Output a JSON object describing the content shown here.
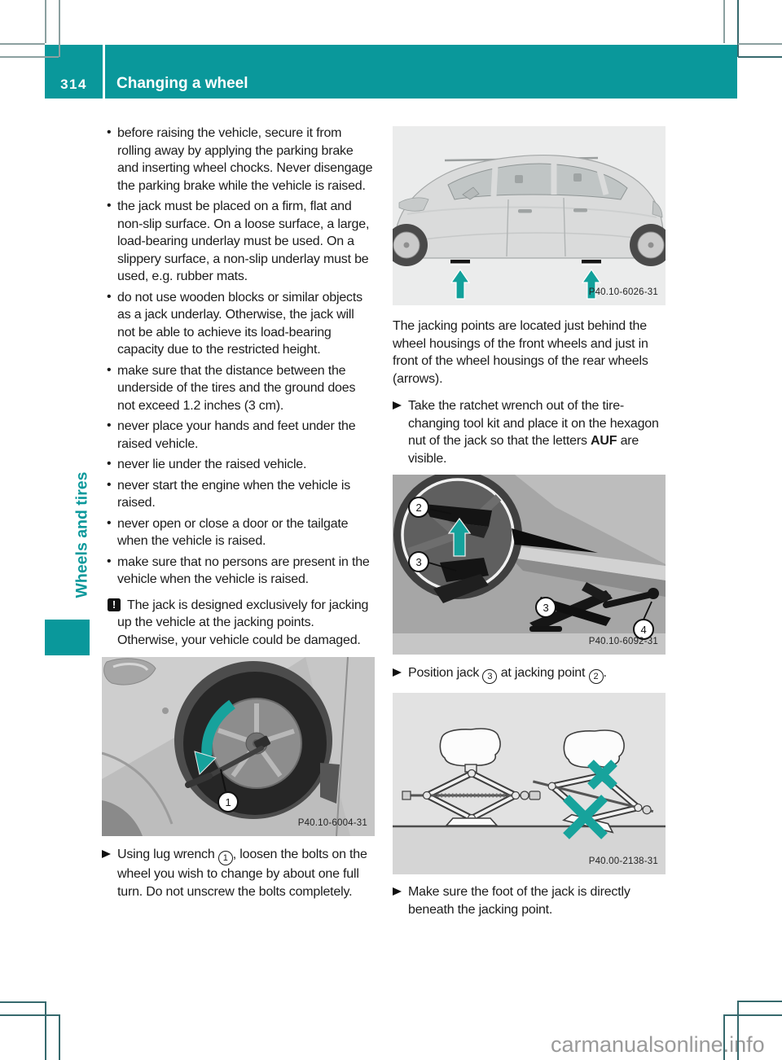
{
  "page": {
    "number": "314",
    "title": "Changing a wheel",
    "sidebar": "Wheels and tires",
    "watermark": "carmanualsonline.info"
  },
  "colors": {
    "accent_teal": "#0a989b",
    "arrow_teal": "#17a29c",
    "watermark_gray": "#9a9a9a"
  },
  "left": {
    "bullets": [
      "before raising the vehicle, secure it from rolling away by applying the parking brake and inserting wheel chocks. Never disengage the parking brake while the vehicle is raised.",
      "the jack must be placed on a firm, flat and non-slip surface. On a loose surface, a large, load-bearing underlay must be used. On a slippery surface, a non-slip underlay must be used, e.g. rubber mats.",
      "do not use wooden blocks or similar objects as a jack underlay. Otherwise, the jack will not be able to achieve its load-bearing capacity due to the restricted height.",
      "make sure that the distance between the underside of the tires and the ground does not exceed 1.2 inches (3 cm).",
      "never place your hands and feet under the raised vehicle.",
      "never lie under the raised vehicle.",
      "never start the engine when the vehicle is raised.",
      "never open or close a door or the tailgate when the vehicle is raised.",
      "make sure that no persons are present in the vehicle when the vehicle is raised."
    ],
    "warning": {
      "icon": "!",
      "text": "The jack is designed exclusively for jacking up the vehicle at the jacking points. Otherwise, your vehicle could be damaged."
    },
    "wheel_figure": {
      "code": "P40.10-6004-31",
      "callout": "1"
    },
    "step_loosen": {
      "pre": "Using lug wrench ",
      "callout": "1",
      "post": ", loosen the bolts on the wheel you wish to change by about one full turn. Do not unscrew the bolts completely."
    }
  },
  "right": {
    "car_figure": {
      "code": "P40.10-6026-31"
    },
    "jacking_paragraph": "The jacking points are located just behind the wheel housings of the front wheels and just in front of the wheel housings of the rear wheels (arrows).",
    "step_ratchet": {
      "pre": "Take the ratchet wrench out of the tire-changing tool kit and place it on the hexagon nut of the jack so that the letters ",
      "bold": "AUF",
      "post": " are visible."
    },
    "jack_figure": {
      "code": "P40.10-6092-31",
      "callouts": [
        "2",
        "3",
        "3",
        "4"
      ]
    },
    "step_position": {
      "pre": "Position jack ",
      "jack_callout": "3",
      "mid": " at jacking point ",
      "point_callout": "2",
      "post": "."
    },
    "diagram_figure": {
      "code": "P40.00-2138-31"
    },
    "step_foot": "Make sure the foot of the jack is directly beneath the jacking point."
  }
}
